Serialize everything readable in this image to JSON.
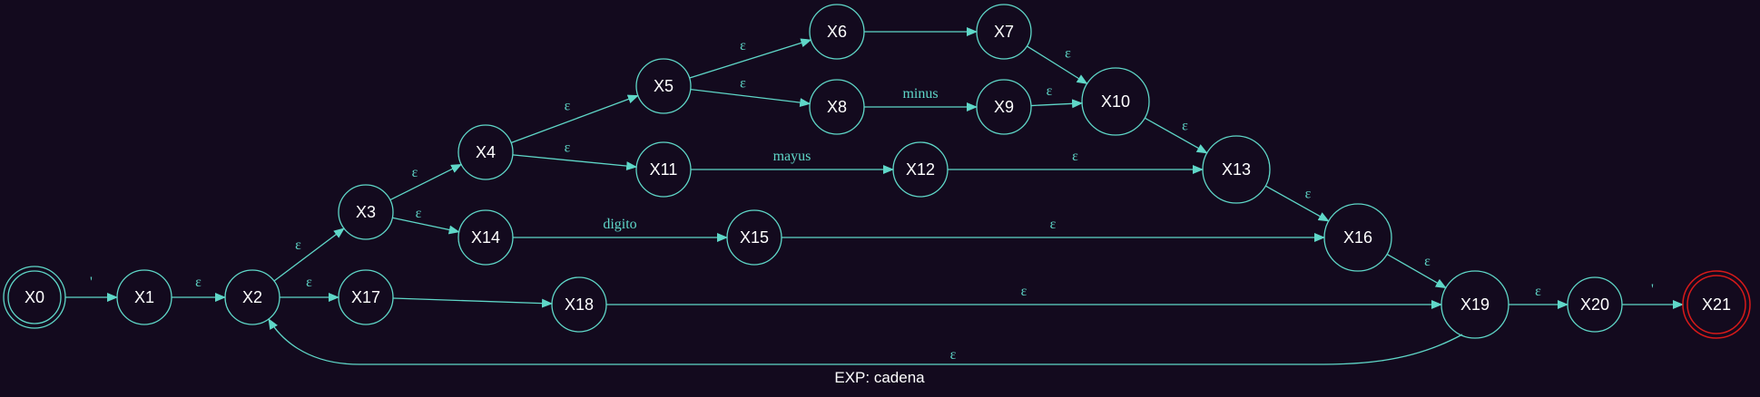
{
  "diagram": {
    "caption": "EXP: cadena",
    "colors": {
      "background": "#130a1e",
      "edge": "#5fd7c8",
      "text": "#ffffff",
      "accept": "#d71a1a"
    },
    "nodes": [
      {
        "id": "X0",
        "label": "X0",
        "kind": "start"
      },
      {
        "id": "X1",
        "label": "X1",
        "kind": "normal"
      },
      {
        "id": "X2",
        "label": "X2",
        "kind": "normal"
      },
      {
        "id": "X3",
        "label": "X3",
        "kind": "normal"
      },
      {
        "id": "X4",
        "label": "X4",
        "kind": "normal"
      },
      {
        "id": "X5",
        "label": "X5",
        "kind": "normal"
      },
      {
        "id": "X6",
        "label": "X6",
        "kind": "normal"
      },
      {
        "id": "X7",
        "label": "X7",
        "kind": "normal"
      },
      {
        "id": "X8",
        "label": "X8",
        "kind": "normal"
      },
      {
        "id": "X9",
        "label": "X9",
        "kind": "normal"
      },
      {
        "id": "X10",
        "label": "X10",
        "kind": "normal"
      },
      {
        "id": "X11",
        "label": "X11",
        "kind": "normal"
      },
      {
        "id": "X12",
        "label": "X12",
        "kind": "normal"
      },
      {
        "id": "X13",
        "label": "X13",
        "kind": "normal"
      },
      {
        "id": "X14",
        "label": "X14",
        "kind": "normal"
      },
      {
        "id": "X15",
        "label": "X15",
        "kind": "normal"
      },
      {
        "id": "X16",
        "label": "X16",
        "kind": "normal"
      },
      {
        "id": "X17",
        "label": "X17",
        "kind": "normal"
      },
      {
        "id": "X18",
        "label": "X18",
        "kind": "normal"
      },
      {
        "id": "X19",
        "label": "X19",
        "kind": "normal"
      },
      {
        "id": "X20",
        "label": "X20",
        "kind": "normal"
      },
      {
        "id": "X21",
        "label": "X21",
        "kind": "accept"
      }
    ],
    "edges": [
      {
        "from": "X0",
        "to": "X1",
        "label": "'"
      },
      {
        "from": "X1",
        "to": "X2",
        "label": "ε"
      },
      {
        "from": "X2",
        "to": "X3",
        "label": "ε"
      },
      {
        "from": "X2",
        "to": "X17",
        "label": "ε"
      },
      {
        "from": "X3",
        "to": "X4",
        "label": "ε"
      },
      {
        "from": "X3",
        "to": "X14",
        "label": "ε"
      },
      {
        "from": "X4",
        "to": "X5",
        "label": "ε"
      },
      {
        "from": "X4",
        "to": "X11",
        "label": "ε"
      },
      {
        "from": "X5",
        "to": "X6",
        "label": "ε"
      },
      {
        "from": "X5",
        "to": "X8",
        "label": "ε"
      },
      {
        "from": "X6",
        "to": "X7",
        "label": ""
      },
      {
        "from": "X7",
        "to": "X10",
        "label": "ε"
      },
      {
        "from": "X8",
        "to": "X9",
        "label": "minus"
      },
      {
        "from": "X9",
        "to": "X10",
        "label": "ε"
      },
      {
        "from": "X10",
        "to": "X13",
        "label": "ε"
      },
      {
        "from": "X11",
        "to": "X12",
        "label": "mayus"
      },
      {
        "from": "X12",
        "to": "X13",
        "label": "ε"
      },
      {
        "from": "X13",
        "to": "X16",
        "label": "ε"
      },
      {
        "from": "X14",
        "to": "X15",
        "label": "digito"
      },
      {
        "from": "X15",
        "to": "X16",
        "label": "ε"
      },
      {
        "from": "X16",
        "to": "X19",
        "label": "ε"
      },
      {
        "from": "X17",
        "to": "X18",
        "label": ""
      },
      {
        "from": "X18",
        "to": "X19",
        "label": "ε"
      },
      {
        "from": "X19",
        "to": "X20",
        "label": "ε"
      },
      {
        "from": "X20",
        "to": "X21",
        "label": "'"
      },
      {
        "from": "X19",
        "to": "X2",
        "label": "ε"
      }
    ]
  }
}
